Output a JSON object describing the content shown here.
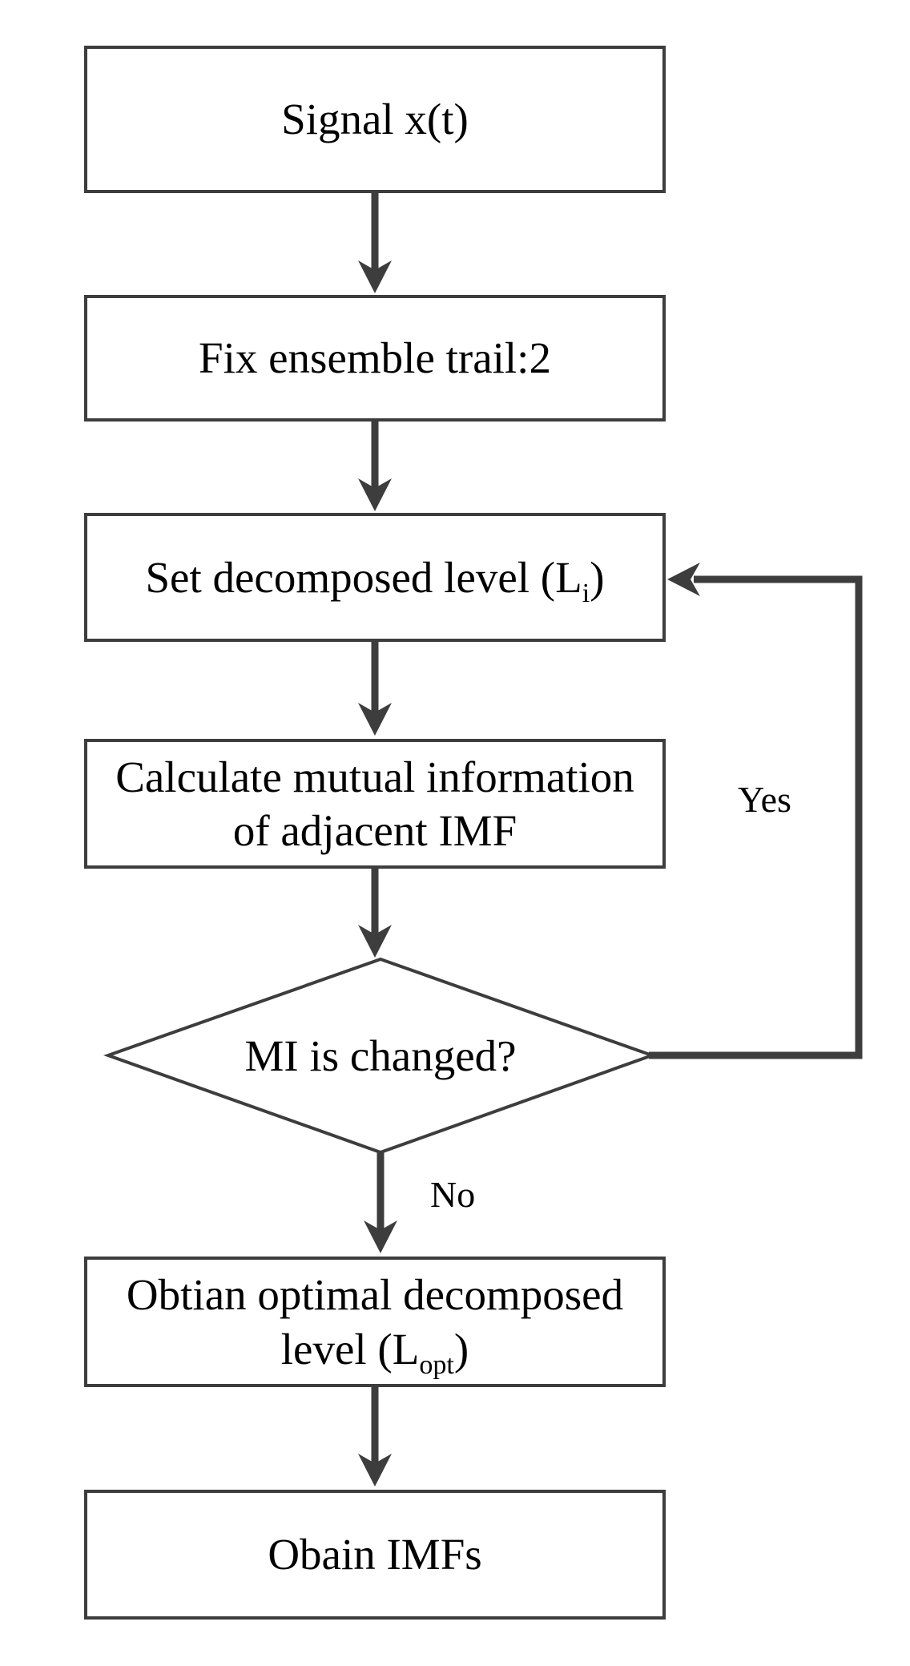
{
  "diagram": {
    "type": "flowchart",
    "colors": {
      "line": "#3d3d3d",
      "text": "#000000",
      "background": "#ffffff"
    },
    "nodes": {
      "signal": {
        "label": "Signal x(t)"
      },
      "fix_ensemble": {
        "label": "Fix ensemble trail:2"
      },
      "set_level": {
        "pre": "Set decomposed level (L",
        "sub": "i",
        "post": ")"
      },
      "calc_mi": {
        "line1": "Calculate mutual information",
        "line2": "of adjacent IMF"
      },
      "decision": {
        "label": "MI is changed?"
      },
      "optimal_level": {
        "line1": "Obtian optimal decomposed",
        "line2_pre": "level (L",
        "line2_sub": "opt",
        "line2_post": ")"
      },
      "obtain_imfs": {
        "label": "Obain IMFs"
      }
    },
    "edge_labels": {
      "yes": "Yes",
      "no": "No"
    }
  }
}
